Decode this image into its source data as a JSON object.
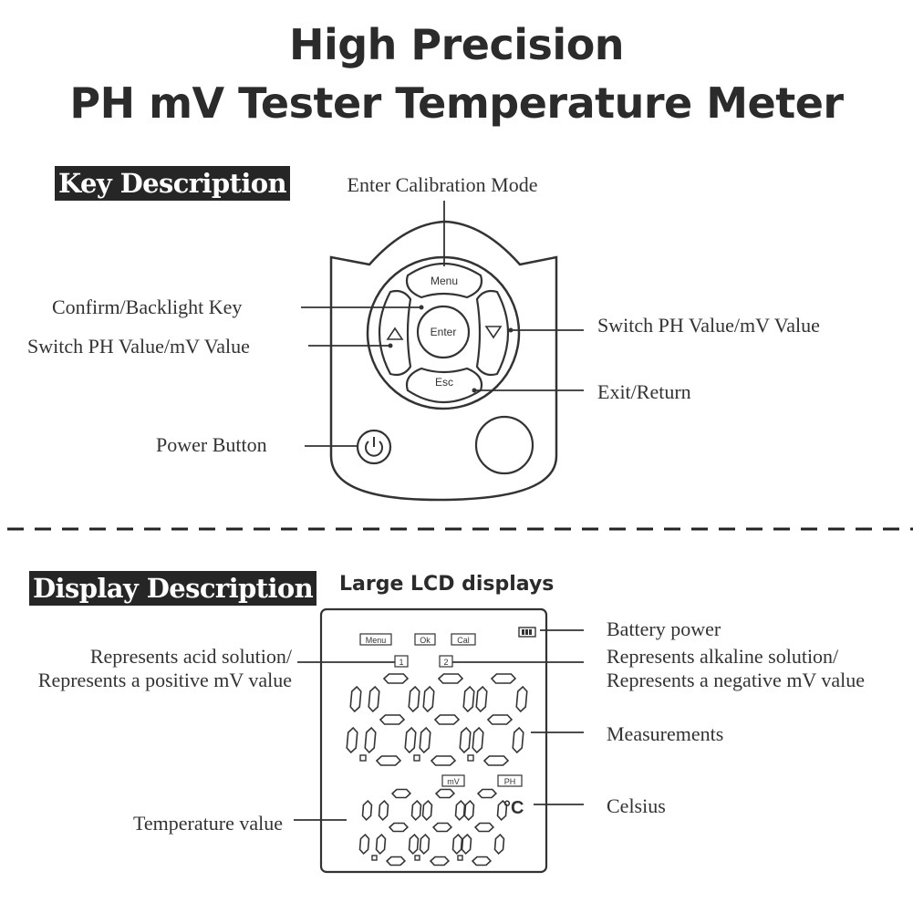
{
  "title": {
    "line1": "High Precision",
    "line2": "PH mV Tester Temperature Meter"
  },
  "key_section": {
    "heading": "Key Description",
    "labels": {
      "enter_calibration": "Enter Calibration Mode",
      "confirm_backlight": "Confirm/Backlight Key",
      "switch_left": "Switch PH Value/mV Value",
      "switch_right": "Switch PH Value/mV Value",
      "exit_return": "Exit/Return",
      "power_button": "Power Button"
    },
    "keys": {
      "menu": "Menu",
      "enter": "Enter",
      "esc": "Esc"
    }
  },
  "display_section": {
    "heading": "Display Description",
    "subheading": "Large LCD displays",
    "labels": {
      "battery": "Battery power",
      "acid_line1": "Represents acid solution/",
      "acid_line2": "Represents a positive mV value",
      "alkaline_line1": "Represents alkaline solution/",
      "alkaline_line2": "Represents a negative mV value",
      "measurements": "Measurements",
      "celsius": "Celsius",
      "temperature": "Temperature value"
    },
    "lcd": {
      "menu": "Menu",
      "ok": "Ok",
      "cal": "Cal",
      "ind1": "1",
      "ind2": "2",
      "mv": "mV",
      "ph": "PH",
      "unit": "°C"
    }
  }
}
